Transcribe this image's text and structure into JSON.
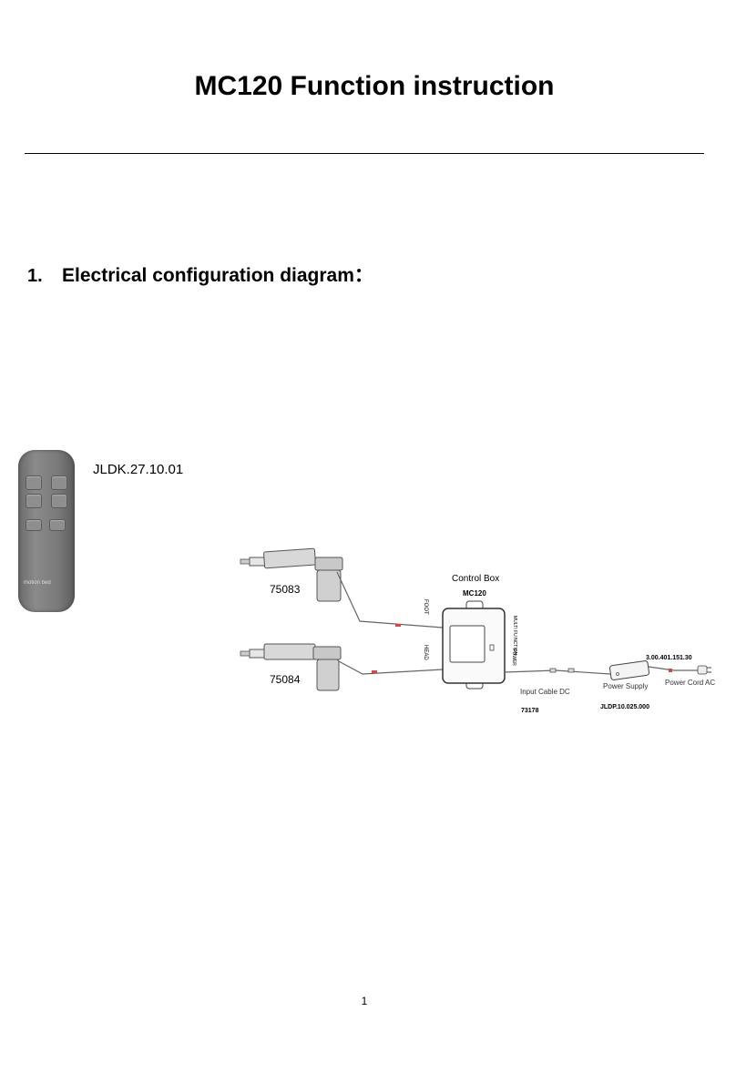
{
  "title": "MC120 Function instruction",
  "section": {
    "number": "1.",
    "heading": "Electrical configuration diagram："
  },
  "remote": {
    "part_number": "JLDK.27.10.01",
    "brand_text": "motion bed"
  },
  "diagram": {
    "control_box_label": "Control Box",
    "control_box_model": "MC120",
    "actuator_foot_code": "75083",
    "actuator_head_code": "75084",
    "port_foot": "FOOT",
    "port_head": "HEAD",
    "port_multi": "MULTI FU NCTION",
    "port_power": "POWER",
    "input_cable_label": "Input Cable DC",
    "input_cable_code": "73178",
    "power_supply_label": "Power Supply",
    "power_supply_code": "JLDP.10.025.000",
    "power_cord_label": "Power Cord AC",
    "power_cord_code": "3.00.401.151.30"
  },
  "page_number": "1"
}
